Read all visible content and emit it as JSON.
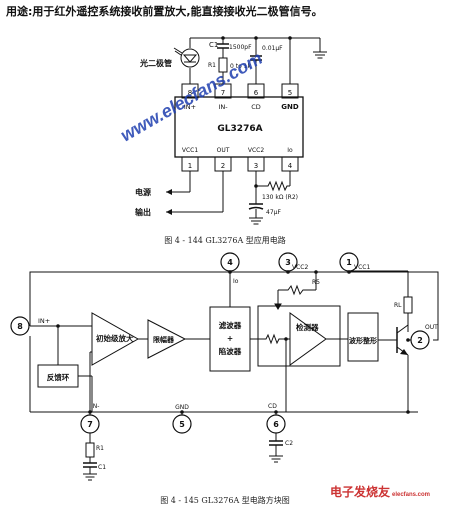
{
  "header": {
    "usage_label": "用途",
    "usage_text": ":用于红外遥控系统接收前置放大,能直接接收光二极管信号。"
  },
  "fig1": {
    "caption": "图 4 - 144   GL3276A 型应用电路",
    "chip": "GL3276A",
    "pins_top": [
      {
        "num": "8",
        "label": "IN+"
      },
      {
        "num": "7",
        "label": "IN-"
      },
      {
        "num": "6",
        "label": "CD"
      },
      {
        "num": "5",
        "label": "GND"
      }
    ],
    "pins_bottom": [
      {
        "num": "1",
        "label": "VCC1"
      },
      {
        "num": "2",
        "label": "OUT"
      },
      {
        "num": "3",
        "label": "VCC2"
      },
      {
        "num": "4",
        "label": "Io"
      }
    ],
    "photodiode": "光二极管",
    "c1": "C1",
    "c1_val": "1500pF",
    "c2_val": "0.01μF",
    "r1": "R1",
    "r1_val": "0 to 1k",
    "r2_val": "130 kΩ (R2)",
    "cap_val": "47μF",
    "power": "电源",
    "output": "输出"
  },
  "fig2": {
    "caption": "图 4 - 145   GL3276A 型电路方块图",
    "pin8": "8",
    "pin4": "4",
    "pin3": "3",
    "pin1": "1",
    "pin2": "2",
    "pin7": "7",
    "pin5": "5",
    "pin6": "6",
    "in_plus": "IN+",
    "in_minus": "IN-",
    "io": "Io",
    "vcc2": "VCC2",
    "vcc1": "VCC1",
    "r5": "R5",
    "rl": "RL",
    "out": "OUT",
    "gnd": "GND",
    "cd": "CD",
    "c2": "C2",
    "r1": "R1",
    "c1": "C1",
    "preamp": "初始级放大",
    "limiter": "限幅器",
    "filter_a": "滤波器",
    "filter_b": "+",
    "filter_c": "陷波器",
    "detector": "检测器",
    "shaper": "波形整形",
    "feedback": "反馈环"
  },
  "watermark": {
    "text1": "www.elecfans.com",
    "text2": "电子发烧友",
    "text3": "elecfans.com"
  }
}
